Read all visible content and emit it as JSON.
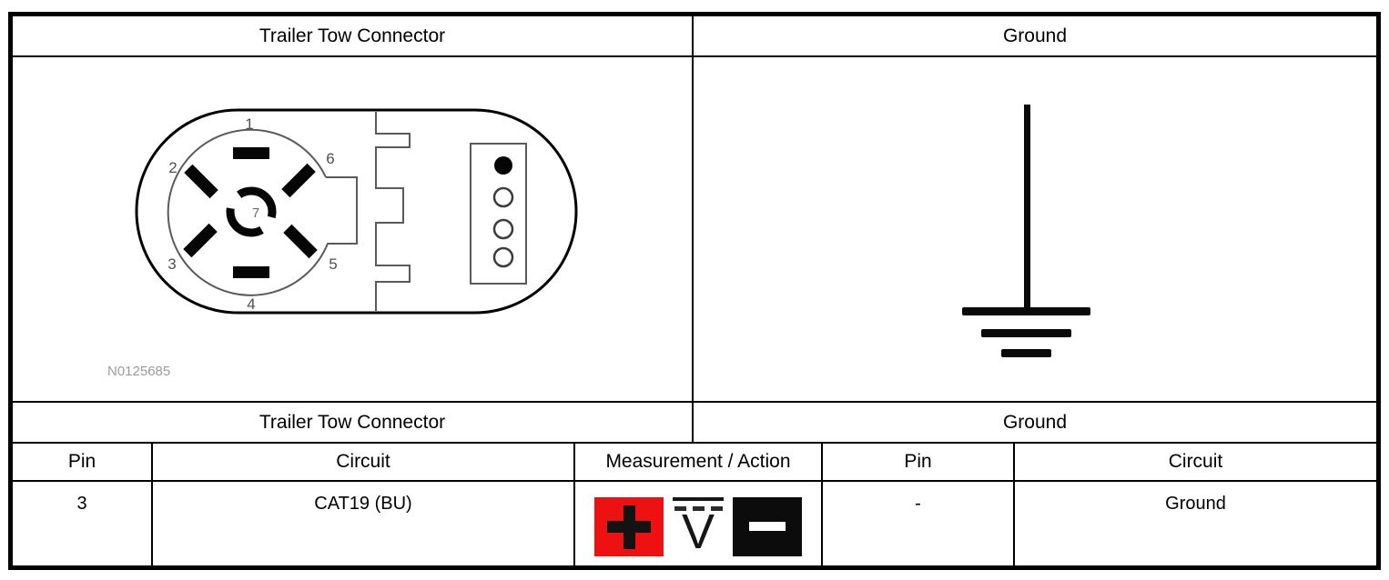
{
  "top_header": {
    "left": "Trailer Tow Connector",
    "right": "Ground"
  },
  "section_header": {
    "left": "Trailer Tow Connector",
    "right": "Ground"
  },
  "diagram": {
    "code": "N0125685",
    "pins": [
      "1",
      "2",
      "3",
      "4",
      "5",
      "6",
      "7"
    ],
    "right_symbol": "ground-symbol"
  },
  "table": {
    "columns": [
      "Pin",
      "Circuit",
      "Measurement / Action",
      "Pin",
      "Circuit"
    ],
    "row": {
      "pin_left": "3",
      "circuit_left": "CAT19 (BU)",
      "measurement_icons": [
        "positive-probe-icon",
        "dc-voltmeter-icon",
        "negative-probe-icon"
      ],
      "voltmeter_letter": "V",
      "pin_right": "-",
      "circuit_right": "Ground"
    }
  },
  "colors": {
    "line_black": "#000000",
    "diagram_gray": "#5a5a5a",
    "code_gray": "#9b9b9b",
    "positive_red": "#ee1111",
    "negative_black": "#0c0c0c",
    "minus_white": "#ffffff"
  }
}
